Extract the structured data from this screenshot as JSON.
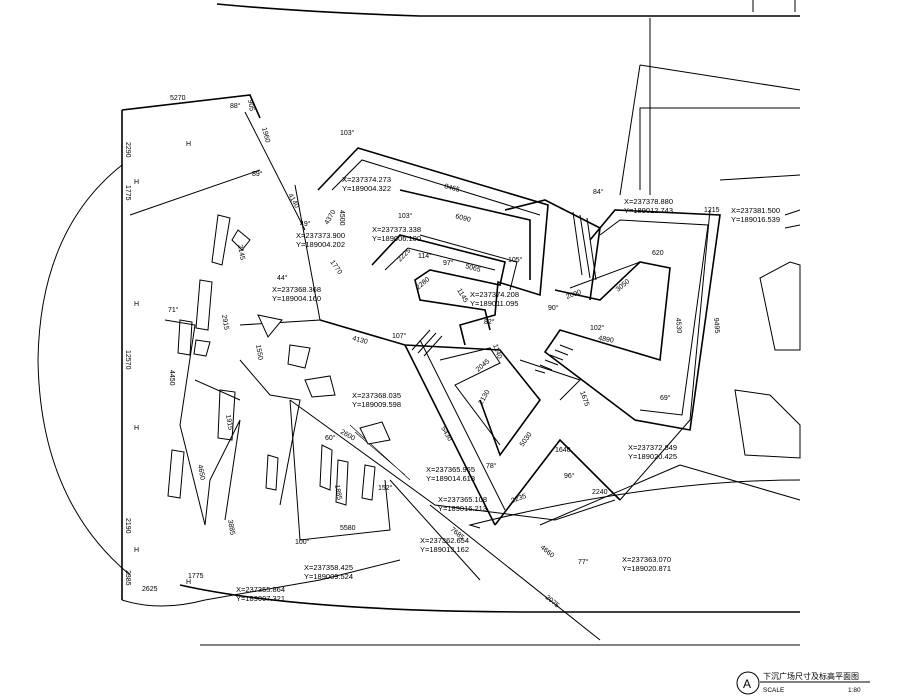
{
  "title_block": {
    "letter": "A",
    "title": "下沉广场尺寸及标高平面图",
    "scale_label": "SCALE",
    "scale_value": "1:80"
  },
  "coordinates": [
    {
      "id": "c1",
      "x": "X=237374.273",
      "y": "Y=189004.322"
    },
    {
      "id": "c2",
      "x": "X=237373.900",
      "y": "Y=189004.202"
    },
    {
      "id": "c3",
      "x": "X=237373.338",
      "y": "Y=189006.100"
    },
    {
      "id": "c4",
      "x": "X=237368.368",
      "y": "Y=189004.160"
    },
    {
      "id": "c5",
      "x": "X=237374.208",
      "y": "Y=189011.095"
    },
    {
      "id": "c6",
      "x": "X=237378.880",
      "y": "Y=189012.743"
    },
    {
      "id": "c7",
      "x": "X=237381.500",
      "y": "Y=189016.539"
    },
    {
      "id": "c8",
      "x": "X=237368.035",
      "y": "Y=189009.598"
    },
    {
      "id": "c9",
      "x": "X=237372.849",
      "y": "Y=189020.425"
    },
    {
      "id": "c10",
      "x": "X=237365.965",
      "y": "Y=189014.618"
    },
    {
      "id": "c11",
      "x": "X=237365.108",
      "y": "Y=189016.213"
    },
    {
      "id": "c12",
      "x": "X=237362.654",
      "y": "Y=189013.162"
    },
    {
      "id": "c13",
      "x": "X=237358.425",
      "y": "Y=189009.524"
    },
    {
      "id": "c14",
      "x": "X=237355.864",
      "y": "Y=189007.321"
    },
    {
      "id": "c15",
      "x": "X=237363.070",
      "y": "Y=189020.871"
    }
  ],
  "dimensions": [
    {
      "id": "d1",
      "text": "5270"
    },
    {
      "id": "d2",
      "text": "905"
    },
    {
      "id": "d3",
      "text": "2290"
    },
    {
      "id": "d4",
      "text": "1775"
    },
    {
      "id": "d5",
      "text": "12570"
    },
    {
      "id": "d6",
      "text": "2190"
    },
    {
      "id": "d7",
      "text": "2385"
    },
    {
      "id": "d8",
      "text": "2625"
    },
    {
      "id": "d9",
      "text": "1775"
    },
    {
      "id": "d10",
      "text": "8465"
    },
    {
      "id": "d11",
      "text": "6090"
    },
    {
      "id": "d12",
      "text": "5065"
    },
    {
      "id": "d13",
      "text": "4130"
    },
    {
      "id": "d14",
      "text": "1770"
    },
    {
      "id": "d15",
      "text": "4370"
    },
    {
      "id": "d16",
      "text": "4500"
    },
    {
      "id": "d17",
      "text": "2225"
    },
    {
      "id": "d18",
      "text": "2280"
    },
    {
      "id": "d19",
      "text": "1145"
    },
    {
      "id": "d20",
      "text": "1140"
    },
    {
      "id": "d21",
      "text": "2045"
    },
    {
      "id": "d22",
      "text": "2130"
    },
    {
      "id": "d23",
      "text": "5430"
    },
    {
      "id": "d24",
      "text": "5030"
    },
    {
      "id": "d25",
      "text": "4890"
    },
    {
      "id": "d26",
      "text": "4530"
    },
    {
      "id": "d27",
      "text": "3050"
    },
    {
      "id": "d28",
      "text": "9495"
    },
    {
      "id": "d29",
      "text": "1215"
    },
    {
      "id": "d30",
      "text": "620"
    },
    {
      "id": "d31",
      "text": "2090"
    },
    {
      "id": "d32",
      "text": "1675"
    },
    {
      "id": "d33",
      "text": "1640"
    },
    {
      "id": "d34",
      "text": "2240"
    },
    {
      "id": "d35",
      "text": "2235"
    },
    {
      "id": "d36",
      "text": "4660"
    },
    {
      "id": "d37",
      "text": "7685"
    },
    {
      "id": "d38",
      "text": "2075"
    },
    {
      "id": "d39",
      "text": "5580"
    },
    {
      "id": "d40",
      "text": "2600"
    },
    {
      "id": "d41",
      "text": "3885"
    },
    {
      "id": "d42",
      "text": "4650"
    },
    {
      "id": "d43",
      "text": "4450"
    },
    {
      "id": "d44",
      "text": "2915"
    },
    {
      "id": "d45",
      "text": "2145"
    },
    {
      "id": "d46",
      "text": "1915"
    },
    {
      "id": "d47",
      "text": "1885"
    },
    {
      "id": "d48",
      "text": "1550"
    },
    {
      "id": "d49",
      "text": "1960"
    },
    {
      "id": "d50",
      "text": "4140"
    }
  ],
  "angles": [
    {
      "id": "a1",
      "text": "88°"
    },
    {
      "id": "a2",
      "text": "89°"
    },
    {
      "id": "a3",
      "text": "103°"
    },
    {
      "id": "a4",
      "text": "49°"
    },
    {
      "id": "a5",
      "text": "44°"
    },
    {
      "id": "a6",
      "text": "103°"
    },
    {
      "id": "a7",
      "text": "114°"
    },
    {
      "id": "a8",
      "text": "97°"
    },
    {
      "id": "a9",
      "text": "105°"
    },
    {
      "id": "a10",
      "text": "90°"
    },
    {
      "id": "a11",
      "text": "102°"
    },
    {
      "id": "a12",
      "text": "84°"
    },
    {
      "id": "a13",
      "text": "69°"
    },
    {
      "id": "a14",
      "text": "78°"
    },
    {
      "id": "a15",
      "text": "107°"
    },
    {
      "id": "a16",
      "text": "82°"
    },
    {
      "id": "a17",
      "text": "96°"
    },
    {
      "id": "a18",
      "text": "77°"
    },
    {
      "id": "a19",
      "text": "100°"
    },
    {
      "id": "a20",
      "text": "71°"
    },
    {
      "id": "a21",
      "text": "60°"
    },
    {
      "id": "a22",
      "text": "152°"
    }
  ]
}
